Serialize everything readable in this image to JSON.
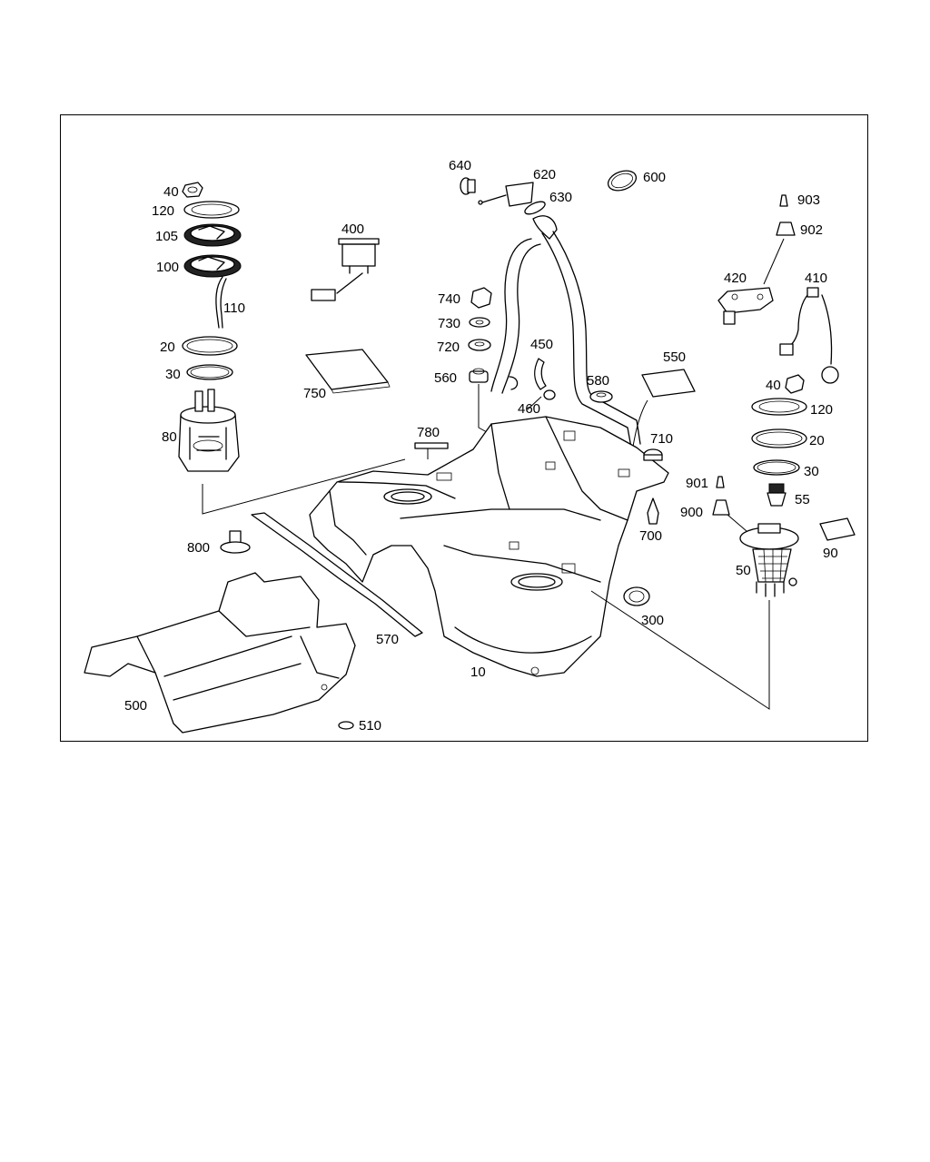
{
  "callouts": {
    "c40a": "40",
    "c120a": "120",
    "c105": "105",
    "c100": "100",
    "c110": "110",
    "c20a": "20",
    "c30a": "30",
    "c80": "80",
    "c400": "400",
    "c750": "750",
    "c640": "640",
    "c620": "620",
    "c630": "630",
    "c600": "600",
    "c740": "740",
    "c730": "730",
    "c720": "720",
    "c560": "560",
    "c450": "450",
    "c460": "460",
    "c580": "580",
    "c550": "550",
    "c780": "780",
    "c710": "710",
    "c700": "700",
    "c903": "903",
    "c902": "902",
    "c420": "420",
    "c410": "410",
    "c40b": "40",
    "c120b": "120",
    "c20b": "20",
    "c30b": "30",
    "c901": "901",
    "c55": "55",
    "c900": "900",
    "c90": "90",
    "c50": "50",
    "c800": "800",
    "c300": "300",
    "c570": "570",
    "c500": "500",
    "c10": "10",
    "c510": "510"
  }
}
